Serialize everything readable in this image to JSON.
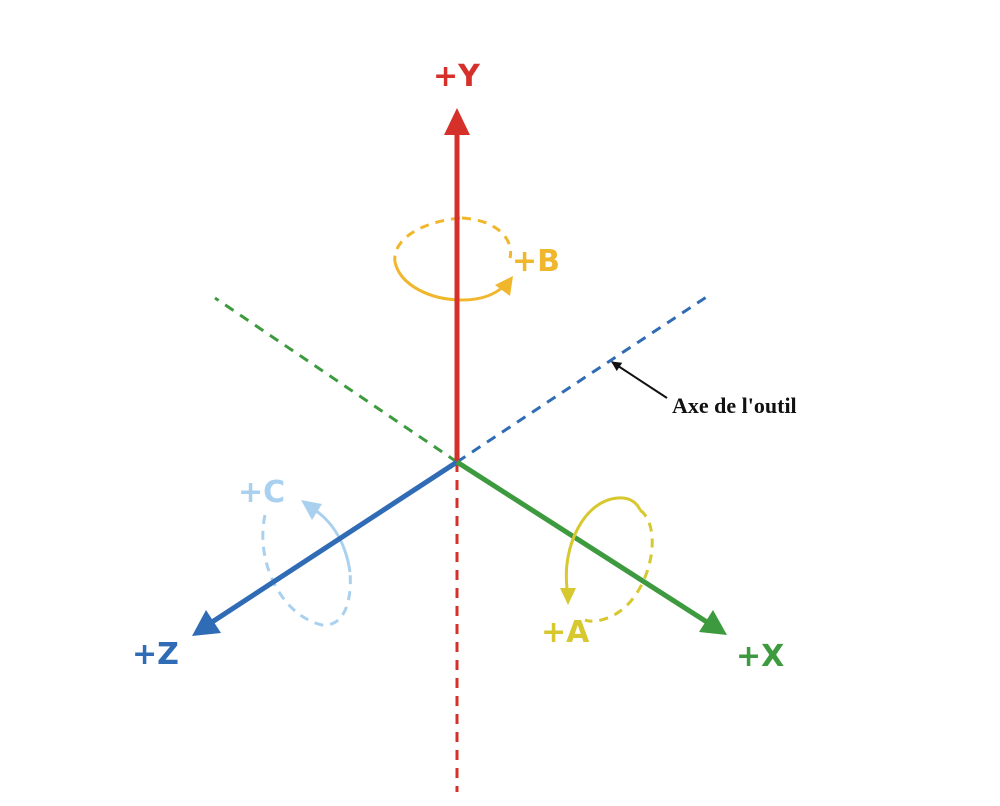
{
  "labels": {
    "y": "+Y",
    "x": "+X",
    "z": "+Z",
    "a": "+A",
    "b": "+B",
    "c": "+C",
    "tool_axis": "Axe de l'outil"
  },
  "colors": {
    "y": "#d5302a",
    "x": "#3d9a3e",
    "z": "#2f6cb5",
    "a": "#d6c82e",
    "b": "#f0b72c",
    "c": "#a9d1ef",
    "tool_axis": "#111111"
  }
}
